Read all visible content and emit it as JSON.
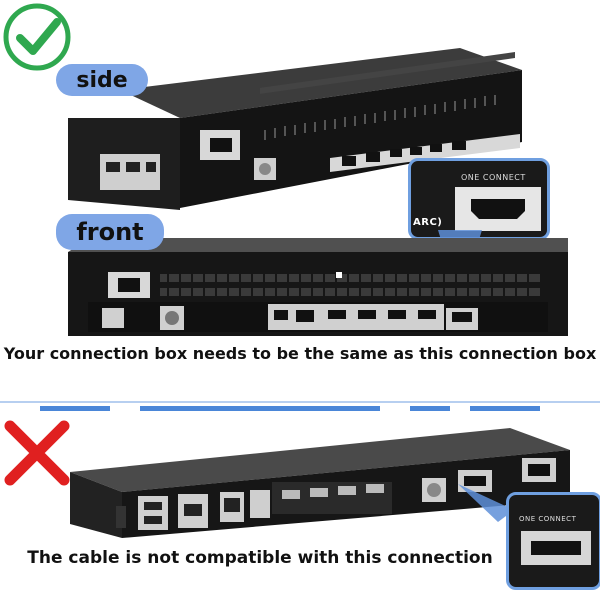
{
  "labels": {
    "side": "side",
    "front": "front"
  },
  "captions": {
    "match": "Your connection box needs to be the same as this connection box",
    "incompatible": "The cable is not compatible with this connection"
  },
  "insets": {
    "top_label": "ONE CONNECT",
    "top_arc": "ARC)",
    "bottom_label": "ONE CONNECT"
  },
  "icons": {
    "correct": "check-mark-icon",
    "wrong": "x-mark-icon"
  },
  "colors": {
    "accent": "#7fa6e6",
    "check": "#2fa84f",
    "cross": "#e02020",
    "divider": "#4a86d8"
  }
}
